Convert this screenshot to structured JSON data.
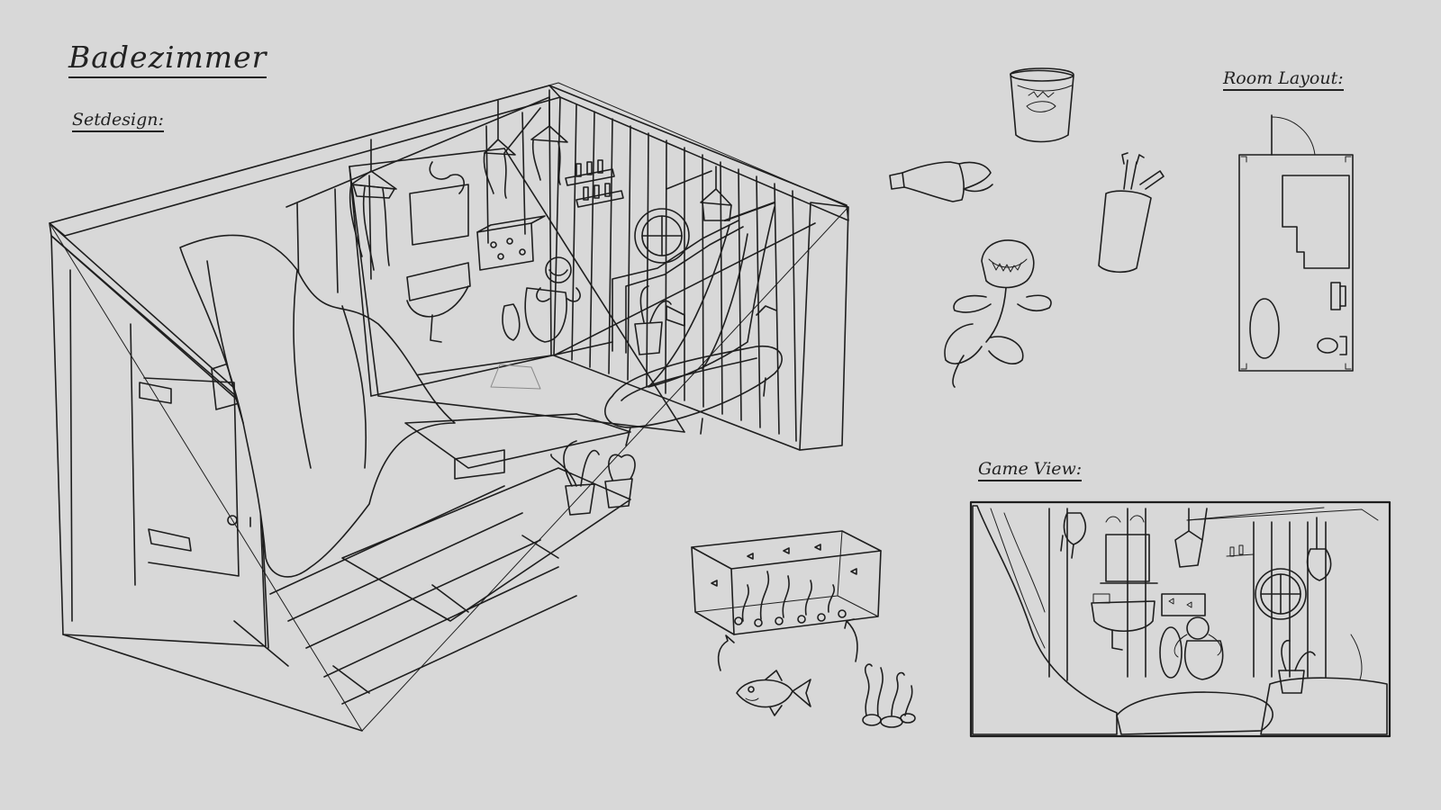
{
  "sheet": {
    "title": "Badezimmer",
    "labels": {
      "set_design": "Setdesign:",
      "room_layout": "Room Layout:",
      "game_view": "Game View:"
    },
    "colors": {
      "background": "#d8d8d8",
      "line": "#1e1e1e",
      "guide": "#8a8a8a"
    }
  }
}
